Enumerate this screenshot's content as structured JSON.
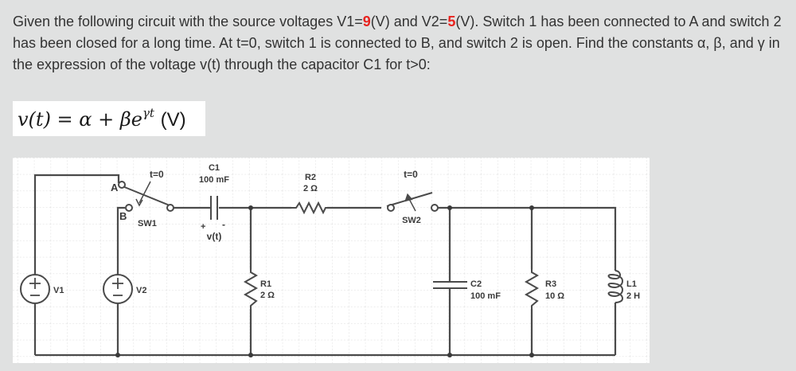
{
  "question": {
    "part1": "Given the following circuit with the source voltages V1=",
    "v1_value": "9",
    "part2": "(V) and V2=",
    "v2_value": "5",
    "part3": "(V). Switch 1 has been connected to A and switch 2 has been closed for a long time. At t=0, switch 1 is connected to B, and switch 2 is open. Find the constants α, β, and γ in the expression of the voltage v(t) through the capacitor C1 for t>0:"
  },
  "formula": {
    "lhs": "v(t) = α + βe",
    "exponent": "γt",
    "unit": "(V)"
  },
  "colors": {
    "highlight": "#e8231f",
    "wire": "#4a4a4a",
    "text": "#333333"
  },
  "circuit": {
    "v1": {
      "label": "V1"
    },
    "v2": {
      "label": "V2"
    },
    "sw1": {
      "label": "SW1",
      "time": "t=0",
      "terminal_a": "A",
      "terminal_b": "B"
    },
    "sw2": {
      "label": "SW2",
      "time": "t=0"
    },
    "c1": {
      "label": "C1",
      "value": "100 mF",
      "plus": "+",
      "minus": "-",
      "voltage": "v(t)"
    },
    "r2": {
      "label": "R2",
      "value": "2 Ω"
    },
    "r1": {
      "label": "R1",
      "value": "2 Ω"
    },
    "c2": {
      "label": "C2",
      "value": "100 mF"
    },
    "r3": {
      "label": "R3",
      "value": "10 Ω"
    },
    "l1": {
      "label": "L1",
      "value": "2 H"
    }
  }
}
